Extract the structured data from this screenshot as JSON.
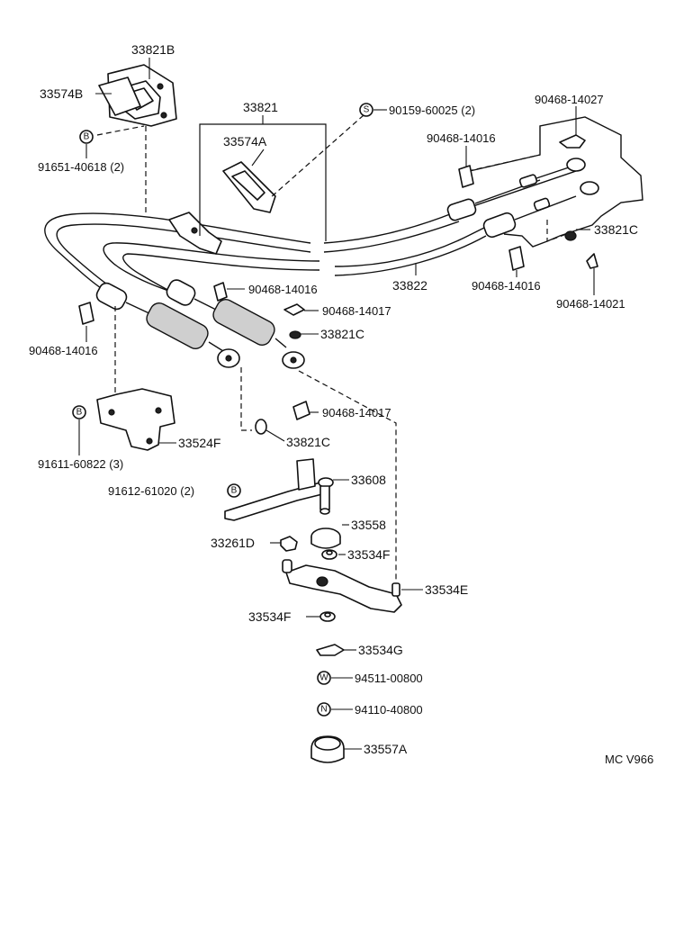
{
  "diagram": {
    "code": "MC V966",
    "labels": {
      "p33821B": "33821B",
      "p33574B": "33574B",
      "b1": "91651-40618 (2)",
      "p33821": "33821",
      "p33574A": "33574A",
      "s1": "90159-60025 (2)",
      "clip14027": "90468-14027",
      "clip14016_top": "90468-14016",
      "p33821C_right": "33821C",
      "p33822": "33822",
      "clip14016_right": "90468-14016",
      "clip14021": "90468-14021",
      "clip14016_mid": "90468-14016",
      "clip14017_mid": "90468-14017",
      "p33821C_mid": "33821C",
      "clip14016_left": "90468-14016",
      "clip14017_low": "90468-14017",
      "p33821C_low": "33821C",
      "p33524F": "33524F",
      "b2": "91611-60822 (3)",
      "p33608": "33608",
      "b3": "91612-61020 (2)",
      "p33558": "33558",
      "p33261D": "33261D",
      "p33534F_upper": "33534F",
      "p33534E": "33534E",
      "p33534F_lower": "33534F",
      "p33534G": "33534G",
      "w1": "94511-00800",
      "n1": "94110-40800",
      "p33557A": "33557A"
    },
    "symbols": {
      "B": "B",
      "S": "S",
      "W": "W",
      "N": "N"
    }
  }
}
